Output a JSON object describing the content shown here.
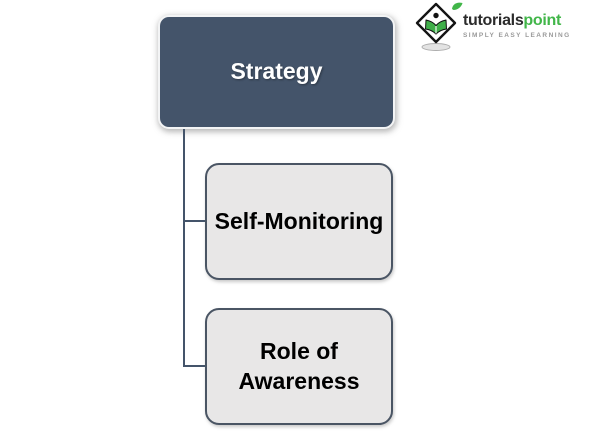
{
  "diagram": {
    "root": {
      "label": "Strategy"
    },
    "children": [
      {
        "label": "Self-Monitoring"
      },
      {
        "label": "Role of Awareness"
      }
    ]
  },
  "logo": {
    "brand_dark": "tutorials",
    "brand_accent": "point",
    "tagline": "SIMPLY EASY LEARNING"
  },
  "colors": {
    "root_fill": "#44546A",
    "root_text": "#FFFFFF",
    "child_fill": "#E8E7E7",
    "child_border": "#4A5564",
    "child_text": "#000000",
    "connector": "#44546A",
    "brand_dark": "#2B2B2B",
    "brand_green": "#41B649",
    "tagline_gray": "#9A9A9A"
  }
}
